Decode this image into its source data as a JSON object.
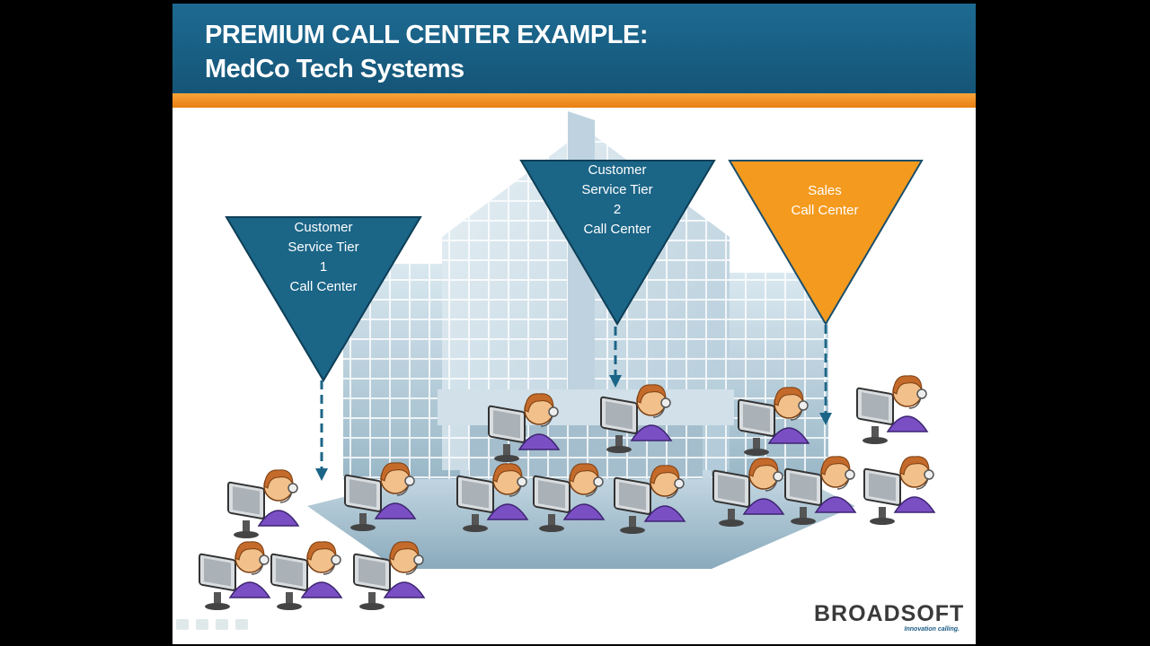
{
  "slide": {
    "title_line1": "PREMIUM CALL CENTER EXAMPLE:",
    "title_line2": "MedCo Tech Systems"
  },
  "call_centers": [
    {
      "id": "tier1",
      "label": "Customer\nService  Tier\n1\nCall Center",
      "color": "#1b6587"
    },
    {
      "id": "tier2",
      "label": "Customer\nService  Tier\n2\nCall Center",
      "color": "#1b6587"
    },
    {
      "id": "sales",
      "label": "Sales\nCall Center",
      "color": "#f49a1e"
    }
  ],
  "logo": {
    "brand": "BROADSOFT",
    "tagline": "Innovation calling."
  },
  "colors": {
    "header": "#1b6a92",
    "accent": "#f28c1a",
    "agent_shirt": "#7b4fc4",
    "agent_hair": "#c46a2a"
  }
}
